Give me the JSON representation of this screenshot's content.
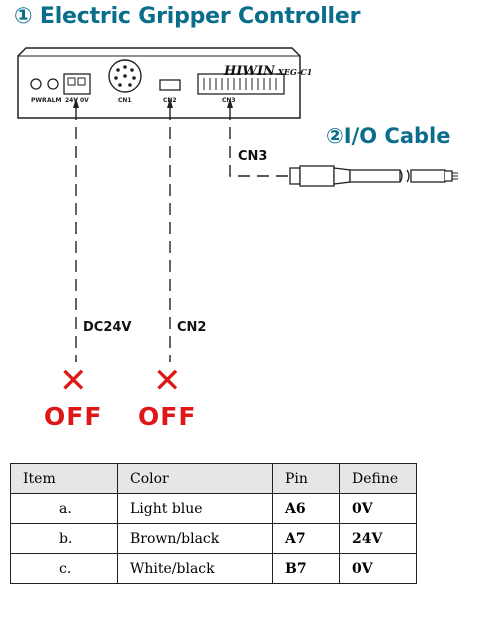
{
  "title": "① Electric Gripper Controller",
  "cable_title": "②I/O Cable",
  "controller": {
    "brand": "HIWIN",
    "model": ".XEG-C1",
    "port_marks": [
      "PWR",
      "ALM",
      "24V",
      "0V",
      "CN1",
      "CN2",
      "CN3"
    ]
  },
  "labels": {
    "cn3": "CN3",
    "dc24v": "DC24V",
    "cn2": "CN2"
  },
  "off_marks": [
    {
      "symbol": "✕",
      "text": "OFF"
    },
    {
      "symbol": "✕",
      "text": "OFF"
    }
  ],
  "table": {
    "headers": [
      "Item",
      "Color",
      "Pin",
      "Define"
    ],
    "rows": [
      [
        "a.",
        "Light blue",
        "A6",
        "0V"
      ],
      [
        "b.",
        "Brown/black",
        "A7",
        "24V"
      ],
      [
        "c.",
        "White/black",
        "B7",
        "0V"
      ]
    ]
  },
  "colors": {
    "title": "#0a6d8c",
    "off": "#e01717",
    "header_bg": "#e6e6e6"
  }
}
